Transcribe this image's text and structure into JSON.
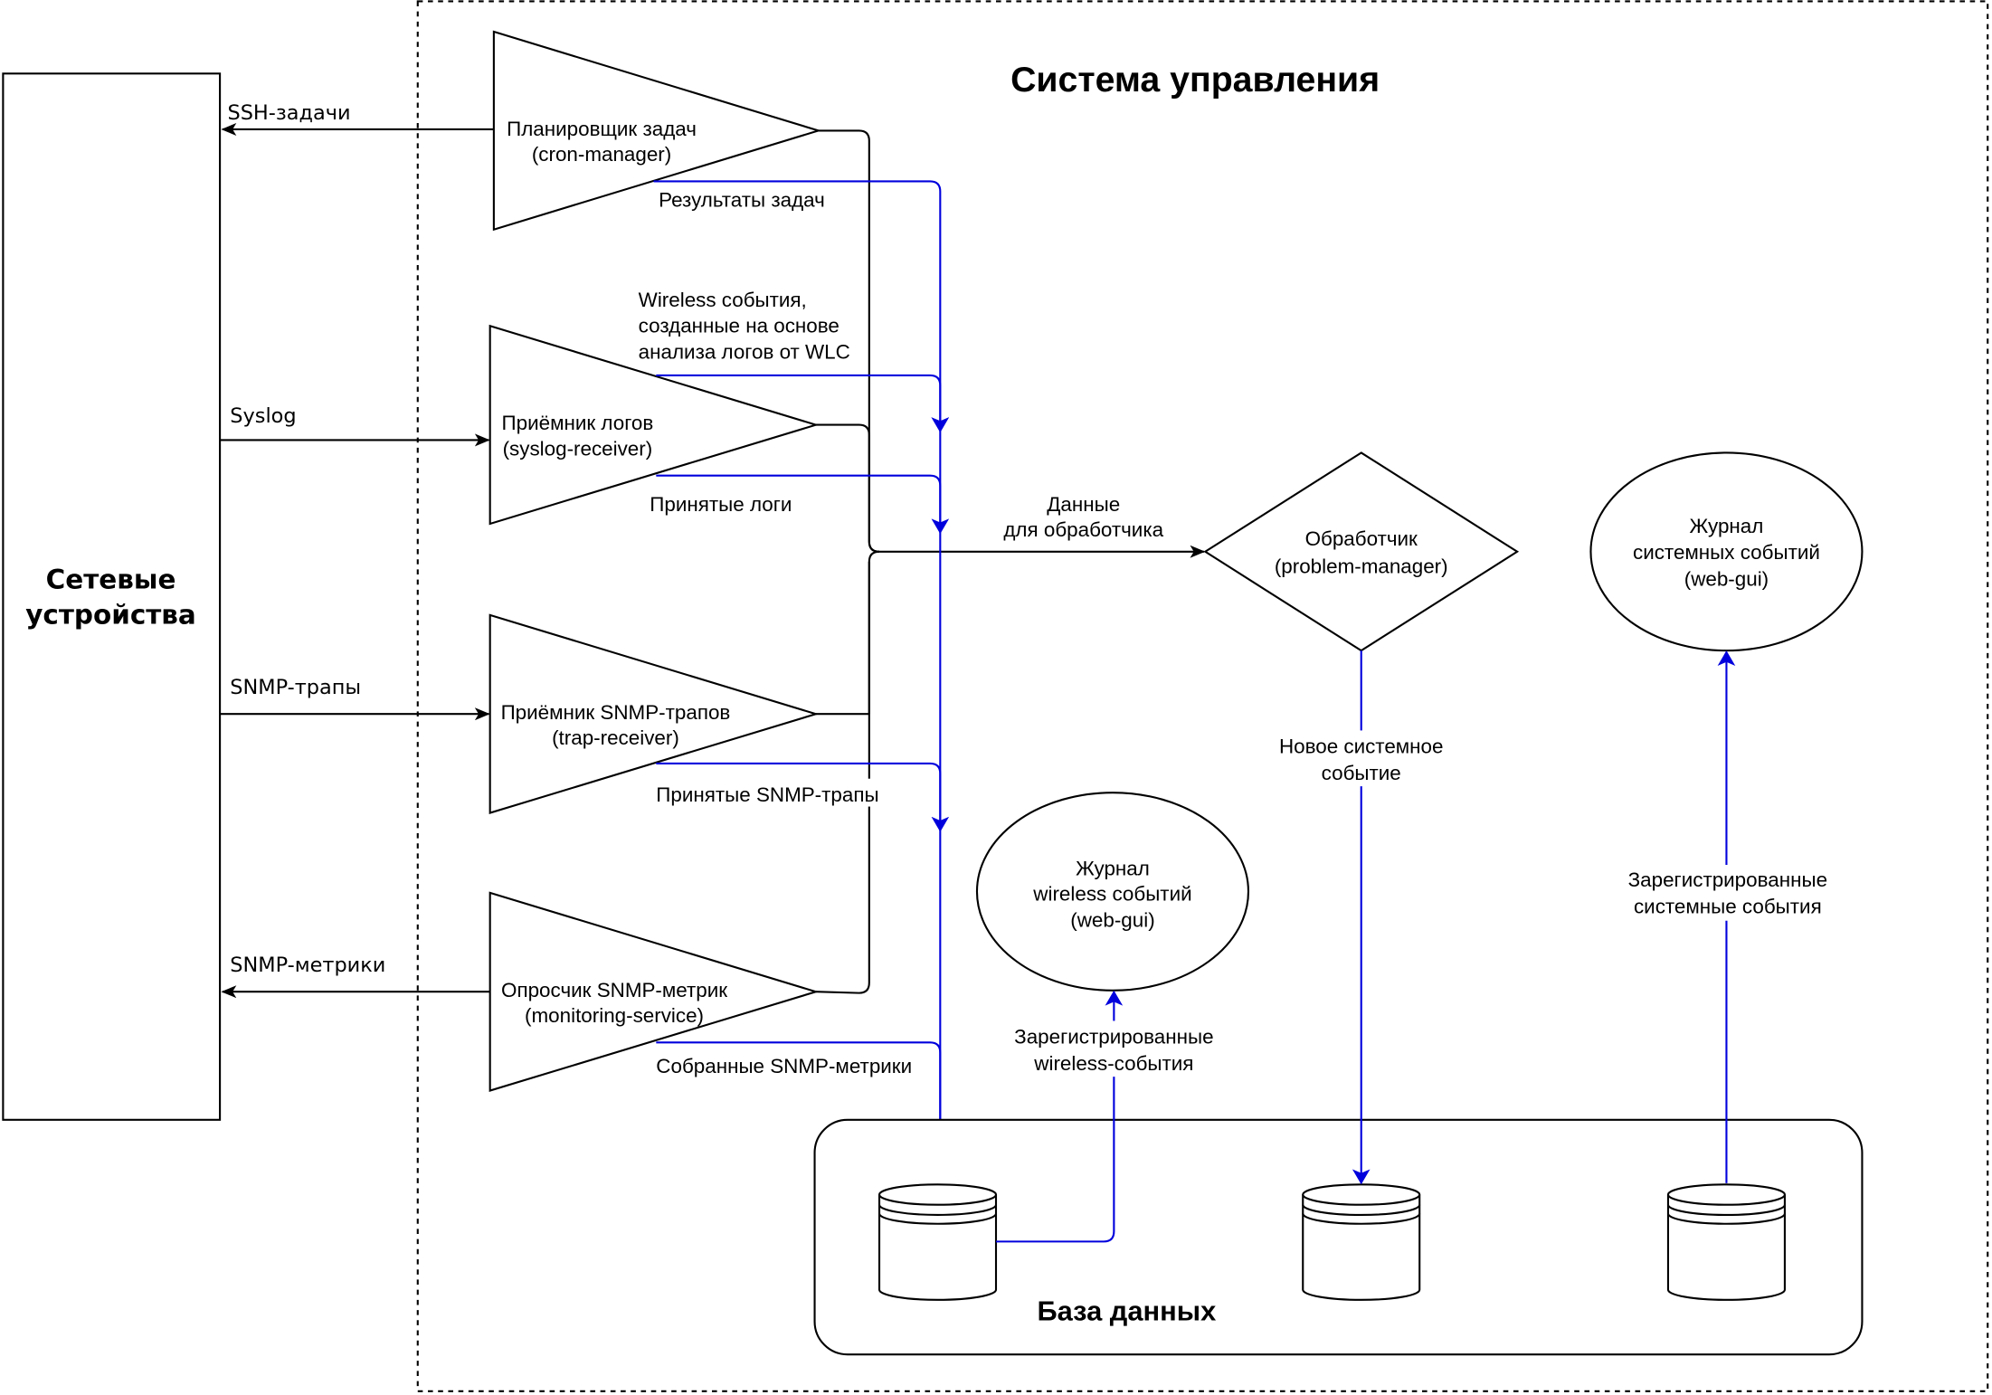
{
  "colors": {
    "flow_primary": "#000000",
    "flow_data": "#0000dd",
    "background": "#ffffff"
  },
  "system": {
    "title": "Система управления"
  },
  "devices": {
    "line1": "Сетевые",
    "line2": "устройства"
  },
  "components": {
    "cron": {
      "line1": "Планировщик задач",
      "line2": "(cron-manager)"
    },
    "syslog": {
      "line1": "Приёмник логов",
      "line2": "(syslog-receiver)"
    },
    "trap": {
      "line1": "Приёмник SNMP-трапов",
      "line2": "(trap-receiver)"
    },
    "monitoring": {
      "line1": "Опросчик SNMP-метрик",
      "line2": "(monitoring-service)"
    },
    "problem_manager": {
      "line1": "Обработчик",
      "line2": "(problem-manager)"
    },
    "wireless_journal": {
      "line1": "Журнал",
      "line2": "wireless событий",
      "line3": "(web-gui)"
    },
    "system_journal": {
      "line1": "Журнал",
      "line2": "системных событий",
      "line3": "(web-gui)"
    },
    "database": {
      "title": "База данных"
    }
  },
  "edges": {
    "ssh_tasks": "SSH-задачи",
    "syslog": "Syslog",
    "snmp_traps": "SNMP-трапы",
    "snmp_metrics": "SNMP-метрики",
    "task_results": "Результаты задач",
    "wireless_events": {
      "line1": "Wireless события,",
      "line2": "созданные на основе",
      "line3": "анализа логов от WLC"
    },
    "received_logs": "Принятые логи",
    "received_traps": "Принятые SNMP-трапы",
    "collected_metrics": "Собранные SNMP-метрики",
    "handler_data": {
      "line1": "Данные",
      "line2": "для обработчика"
    },
    "new_system_event": {
      "line1": "Новое системное",
      "line2": "событие"
    },
    "registered_wireless": {
      "line1": "Зарегистрированные",
      "line2": "wireless-события"
    },
    "registered_system": {
      "line1": "Зарегистрированные",
      "line2": "системные события"
    }
  }
}
